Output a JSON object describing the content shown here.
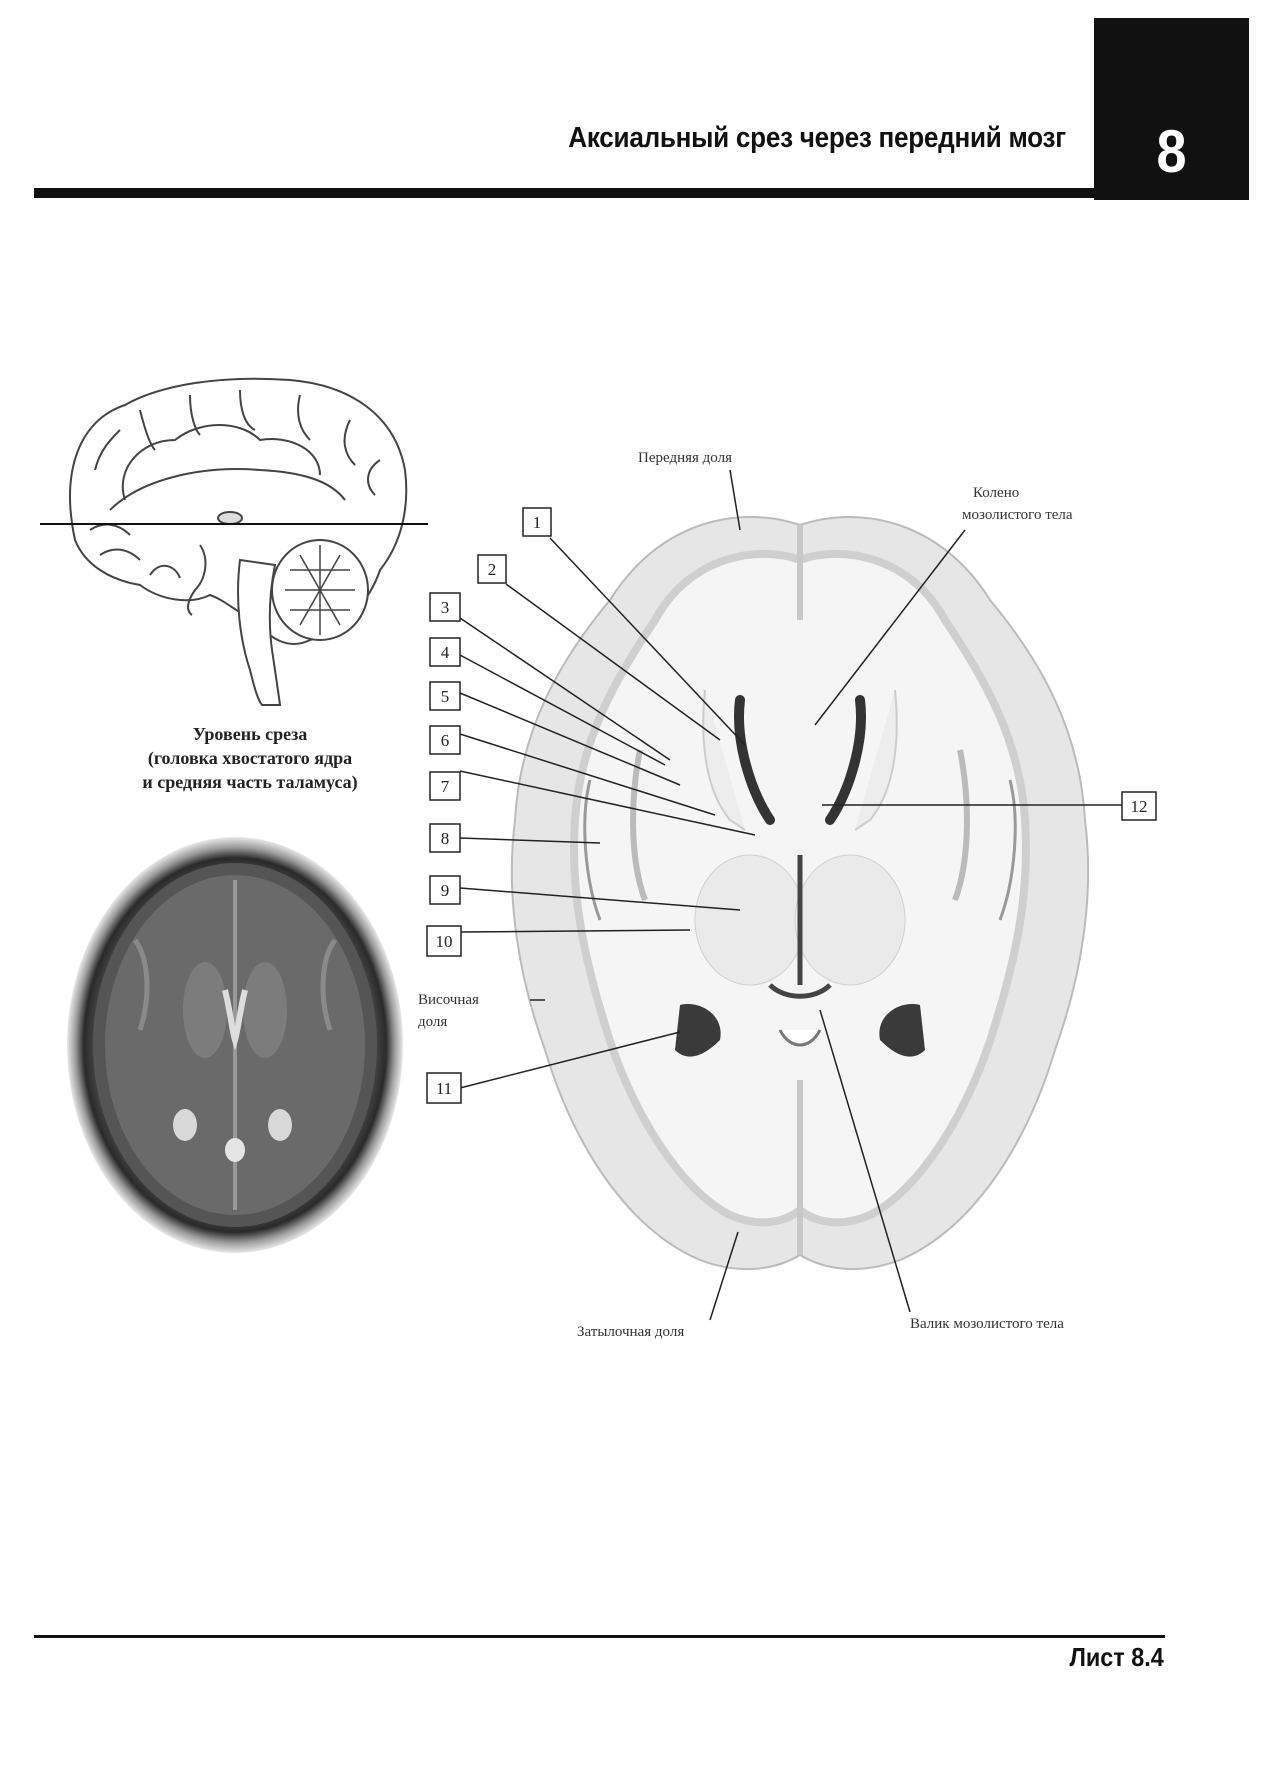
{
  "header": {
    "title": "Аксиальный срез через передний мозг",
    "chapter_number": "8"
  },
  "sagittal_caption": {
    "line1": "Уровень среза",
    "line2": "(головка хвостатого ядра",
    "line3": "и средняя часть таламуса)"
  },
  "labels": {
    "frontal_lobe": "Передняя доля",
    "genu_line1": "Колено",
    "genu_line2": "мозолистого тела",
    "temporal_line1": "Височная",
    "temporal_line2": "доля",
    "occipital_lobe": "Затылочная доля",
    "splenium": "Валик мозолистого тела"
  },
  "numbered_callouts": [
    "1",
    "2",
    "3",
    "4",
    "5",
    "6",
    "7",
    "8",
    "9",
    "10",
    "11",
    "12"
  ],
  "footer": {
    "sheet": "Лист 8.4"
  }
}
